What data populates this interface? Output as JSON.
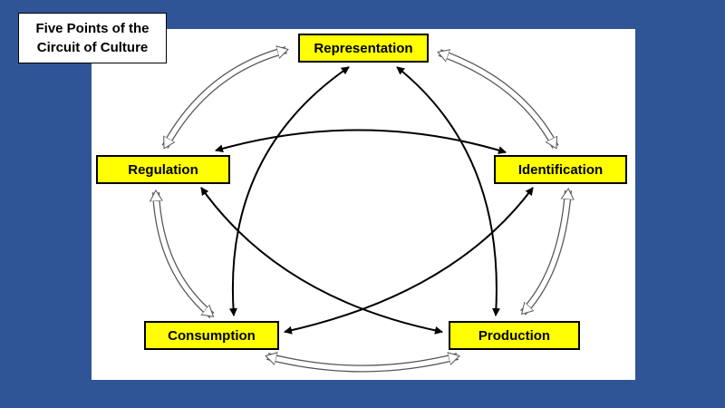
{
  "title": {
    "line1": "Five Points of the",
    "line2": "Circuit of Culture"
  },
  "nodes": {
    "representation": "Representation",
    "regulation": "Regulation",
    "identification": "Identification",
    "consumption": "Consumption",
    "production": "Production"
  },
  "colors": {
    "background": "#2f5597",
    "panel": "#ffffff",
    "node_fill": "#ffff00",
    "node_border": "#000000",
    "arrow": "#000000"
  }
}
